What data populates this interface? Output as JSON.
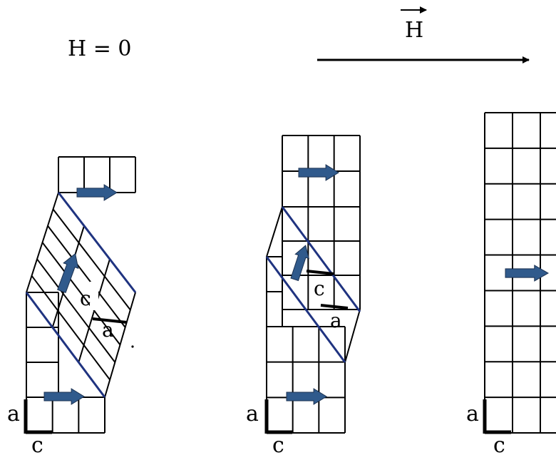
{
  "zero_field_label": "H = 0",
  "field_vector_label": "H",
  "stages": [
    {
      "corner_a": "a",
      "corner_c": "c",
      "twin_c": "c",
      "twin_a": "a"
    },
    {
      "corner_a": "a",
      "corner_c": "c",
      "twin_c": "c",
      "twin_a": "a"
    },
    {
      "corner_a": "a",
      "corner_c": "c"
    }
  ],
  "colors": {
    "grid": "#000000",
    "twin_boundary": "#1f3380",
    "moment_arrow": "#305a8c"
  },
  "icons": [
    "magnetization-arrow-icon",
    "field-direction-arrow-icon"
  ]
}
